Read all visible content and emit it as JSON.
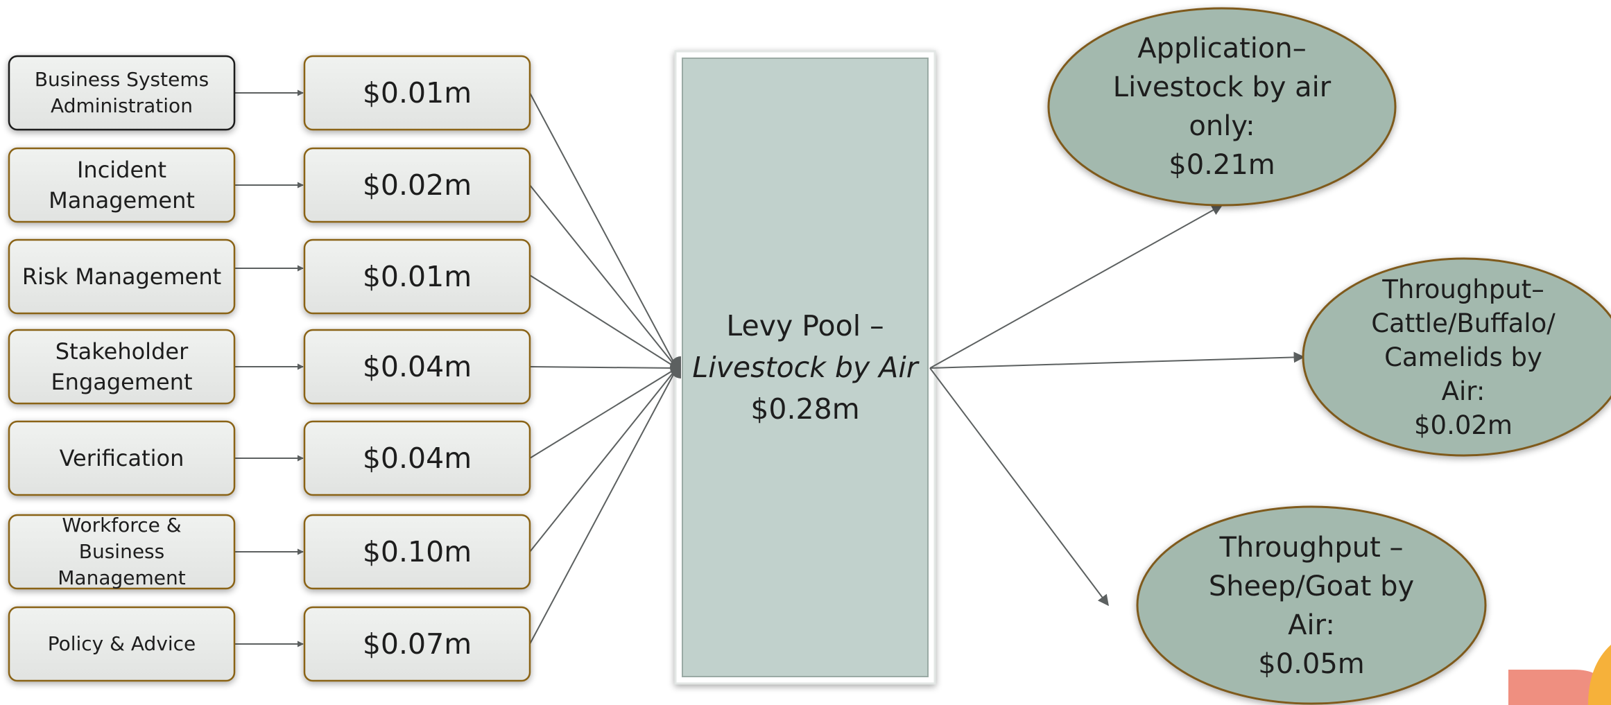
{
  "diagram": {
    "cost_categories": [
      {
        "label": "Business Systems\nAdministration",
        "amount": "$0.01m"
      },
      {
        "label": "Incident\nManagement",
        "amount": "$0.02m"
      },
      {
        "label": "Risk Management",
        "amount": "$0.01m"
      },
      {
        "label": "Stakeholder\nEngagement",
        "amount": "$0.04m"
      },
      {
        "label": "Verification",
        "amount": "$0.04m"
      },
      {
        "label": "Workforce &\nBusiness\nManagement",
        "amount": "$0.10m"
      },
      {
        "label": "Policy & Advice",
        "amount": "$0.07m"
      }
    ],
    "levy_pool": {
      "line1": "Levy Pool –",
      "line2": "Livestock by Air",
      "amount": "$0.28m"
    },
    "outputs": [
      {
        "label": "Application–\nLivestock by air\nonly:\n$0.21m"
      },
      {
        "label": "Throughput–\nCattle/Buffalo/\nCamelids by\nAir:\n$0.02m"
      },
      {
        "label": "Throughput –\nSheep/Goat by\nAir:\n$0.05m"
      }
    ]
  },
  "colors": {
    "box_fill": "#e6e8e6",
    "box_border": "#8a6418",
    "pool_fill": "#c1d1cc",
    "ellipse_fill": "#a3b9ae",
    "ellipse_border": "#7f5a1c",
    "connector": "#5c6060",
    "accent_orange": "#f6b13a",
    "accent_salmon": "#ef8f80"
  }
}
